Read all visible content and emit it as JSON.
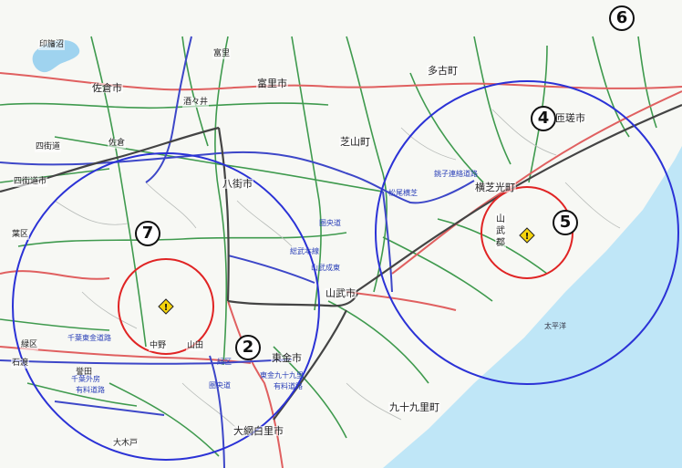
{
  "map": {
    "colors": {
      "sea": "#bfe6f7",
      "lake": "#9fd3ef",
      "road_major": "#e06060",
      "road_green": "#3f9a4e",
      "road_blue": "#3d47c8",
      "rail": "#444444",
      "buffer_large": "#2b32d6",
      "buffer_small": "#e02424",
      "warning_fill": "#f5d40c"
    },
    "places": [
      {
        "id": "imbanuma",
        "label": "印旛沼"
      },
      {
        "id": "sakura",
        "label": "佐倉市"
      },
      {
        "id": "tomisato",
        "label": "富里市"
      },
      {
        "id": "takomachi",
        "label": "多古町"
      },
      {
        "id": "sosa",
        "label": "匝瑳市"
      },
      {
        "id": "shibayama",
        "label": "芝山町"
      },
      {
        "id": "yokoshiba",
        "label": "横芝光町"
      },
      {
        "id": "yachimata",
        "label": "八街市"
      },
      {
        "id": "yotsukaido1",
        "label": "四街道"
      },
      {
        "id": "yotsukaido2",
        "label": "四街道市"
      },
      {
        "id": "sanmu",
        "label": "山武市"
      },
      {
        "id": "togane",
        "label": "東金市"
      },
      {
        "id": "kujukuri",
        "label": "九十九里町"
      },
      {
        "id": "oamishirasato",
        "label": "大網白里市"
      },
      {
        "id": "nakano",
        "label": "中野"
      },
      {
        "id": "yamada",
        "label": "山田"
      },
      {
        "id": "owado",
        "label": "大木戸"
      },
      {
        "id": "honda",
        "label": "誉田"
      },
      {
        "id": "ward_n",
        "label": "葉区"
      },
      {
        "id": "ward_s",
        "label": "緑区"
      },
      {
        "id": "ishido",
        "label": "石渡"
      },
      {
        "id": "shisui",
        "label": "酒々井"
      },
      {
        "id": "sakura2",
        "label": "佐倉"
      },
      {
        "id": "tomisato2",
        "label": "富里"
      }
    ],
    "road_labels": [
      {
        "id": "choshi",
        "label": "銚子連絡道路"
      },
      {
        "id": "matsuo",
        "label": "松尾横芝"
      },
      {
        "id": "keneido",
        "label": "圏央道"
      },
      {
        "id": "sobu",
        "label": "総武本線"
      },
      {
        "id": "sanbu_naruto",
        "label": "山武成東"
      },
      {
        "id": "chiba_togane",
        "label": "千葉東金道路"
      },
      {
        "id": "chiba_gaikan",
        "label": "千葉外房"
      },
      {
        "id": "yuryo1",
        "label": "有料道路"
      },
      {
        "id": "togane_kujukuri",
        "label": "東金九十九里"
      },
      {
        "id": "yuryo2",
        "label": "有料道路"
      },
      {
        "id": "keneido2",
        "label": "圏央道"
      },
      {
        "id": "tokyo_ward",
        "label": "緑区"
      }
    ],
    "sea_label": "太平洋",
    "district_label": "山武郡",
    "badges": [
      "6",
      "4",
      "5",
      "7",
      "2"
    ]
  }
}
